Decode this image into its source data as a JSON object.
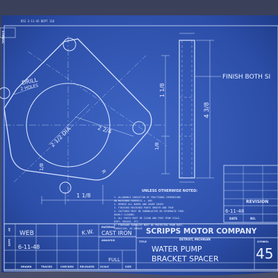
{
  "header": {
    "top_strip": "D52   3-11-45   DEPT 116",
    "symbol_vertical": "SYMBOL"
  },
  "drawing": {
    "drill_note_line1": "DRILL",
    "drill_note_line2": "2 HOLES",
    "finish_note": "FINISH BOTH SI",
    "dim_diag_1": "2 1/2 DIA",
    "dim_diag_2": "2 2/4",
    "dim_width": "1 1/8",
    "dim_height": "1 1/8",
    "dim_side": "1/8",
    "dim_height_right": "4 3/8",
    "dim_corner": "R"
  },
  "notes": {
    "heading": "UNLESS OTHERWISE NOTED:",
    "items": [
      "1. ALLOWABLE VARIATION OF FRACTIONAL DIMENSIONS",
      "   ON MACHINED SURFACES ± .005",
      "2. REMOVE ALL BURRS AND SHARP EDGES",
      "3. FINISHED MACHINED PARTS SMOOTH AND TRUE",
      "4. CASTINGS MUST BE SANDBLASTED OR OTHERWISE THOR-",
      "   OUGHLY CLEANED.",
      "5. ALL PARTS MUST BE CLEAN AND FREE FROM SCALE,",
      "   DIRT, GREASE, ETC.",
      "6. FINISHED SURFACES MUST BE PROTECTED FROM RUST,",
      "   CORROSION, OR DAMAGE"
    ]
  },
  "revision": {
    "title": "REVISION",
    "cols": [
      "DATE",
      "NO."
    ],
    "date_value": "6-11-48"
  },
  "title_block": {
    "company": "SCRIPPS MOTOR COMPANY",
    "location": "DETROIT, MICHIGAN",
    "material_label": "MATERIAL",
    "material_value": "CAST IRON",
    "analysis_label": "ANALYSIS",
    "title_label": "TITLE",
    "title_line1": "WATER PUMP",
    "title_line2": "BRACKET SPACER",
    "symbol_label": "SYMBOL",
    "symbol_value": "45",
    "scale_label": "SCALE",
    "scale_value": "FULL",
    "size_label": "SIZE",
    "labels": [
      "DRAWN",
      "TRACED",
      "CHECKED",
      "RELEASED"
    ],
    "drawn_by": "WEB",
    "drawn_date": "6-11-48",
    "checked_by": "K.W.",
    "date_vertical": "DATE",
    "by_vertical": "BY"
  }
}
